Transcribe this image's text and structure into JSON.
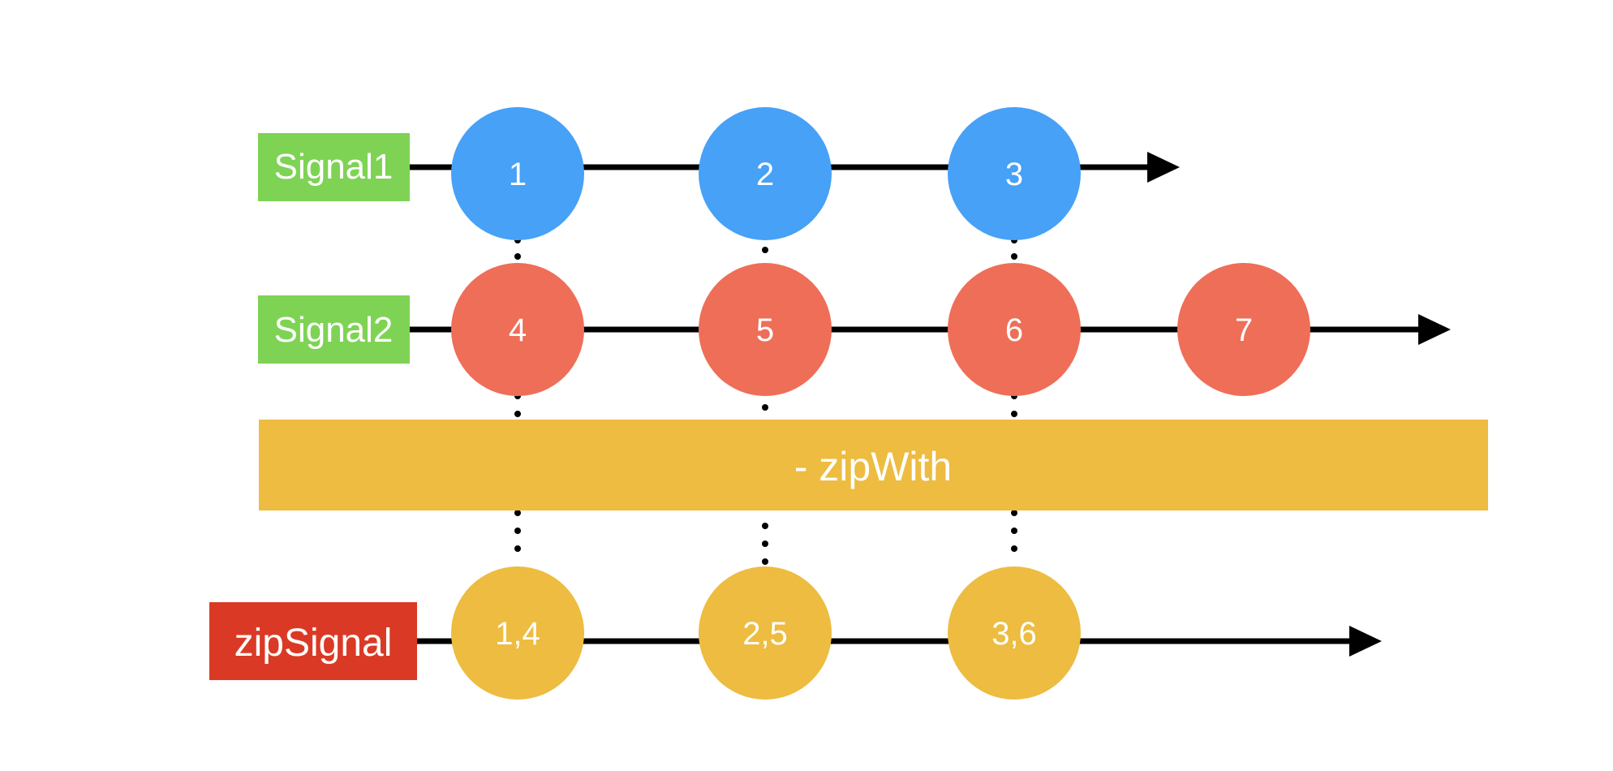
{
  "colors": {
    "signal_label_bg": "#7ED354",
    "result_label_bg": "#DA3A25",
    "signal1_marble": "#46A1F7",
    "signal2_marble": "#EE6E58",
    "result_marble": "#EDBC40",
    "operator_bg": "#EDBC40",
    "line": "#000000",
    "text": "#FFFFFF"
  },
  "signals": {
    "signal1": {
      "label": "Signal1",
      "marbles": [
        "1",
        "2",
        "3"
      ]
    },
    "signal2": {
      "label": "Signal2",
      "marbles": [
        "4",
        "5",
        "6",
        "7"
      ]
    },
    "result": {
      "label": "zipSignal",
      "marbles": [
        "1,4",
        "2,5",
        "3,6"
      ]
    }
  },
  "operator": {
    "label": "- zipWith"
  }
}
